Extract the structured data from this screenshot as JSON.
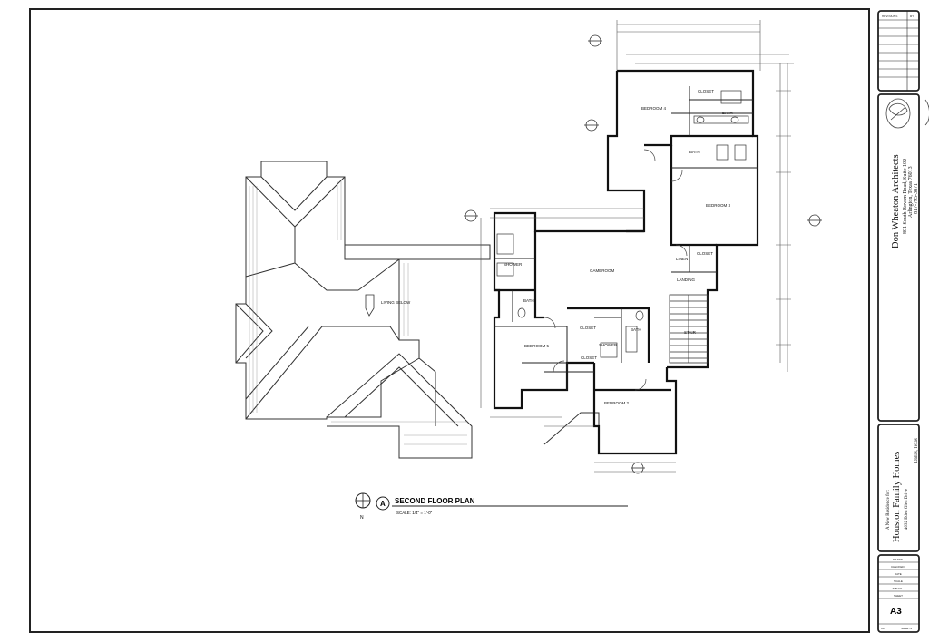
{
  "drawing": {
    "title": "SECOND FLOOR PLAN",
    "view_letter": "A",
    "scale": "SCALE: 1/4\" = 1'-0\"",
    "north_label": "N"
  },
  "rooms": {
    "bedroom4": "BEDROOM 4",
    "bedroom3": "BEDROOM 3",
    "bedroom5": "BEDROOM 5",
    "bedroom2": "BEDROOM 2",
    "gameroom": "GAMEROOM",
    "landing": "LANDING",
    "stair": "STAIR",
    "bath_top": "BATH",
    "bath_mid": "BATH",
    "bath_left": "BATH",
    "bath_right": "BATH",
    "closet_top": "CLOSET",
    "closet_b3": "CLOSET",
    "closet_b5": "CLOSET",
    "closet_b2": "CLOSET",
    "shower_left": "SHOWER",
    "shower_right": "SHOWER",
    "living_below": "LIVING BELOW",
    "linen": "LINEN"
  },
  "title_block": {
    "revisions_header": "REVISIONS",
    "revisions_by": "BY",
    "architect_name": "Don Wheaton Architects",
    "architect_addr1": "801 South Bowen Road, Suite 102",
    "architect_addr2": "Arlington, Texas 76013",
    "architect_phone": "817-795-3871",
    "project_prefix": "A New Residence for:",
    "project_name": "Houston Family Homes",
    "project_addr": "4032 Eden Glen Drive",
    "project_city": "Dallas, Texas",
    "fields": [
      "DRAWN",
      "CHECKED",
      "DATE",
      "SCALE",
      "JOB NO.",
      "SHEET"
    ],
    "sheet_number": "A3",
    "of_label": "OF",
    "sheets_label": "SHEETS"
  }
}
